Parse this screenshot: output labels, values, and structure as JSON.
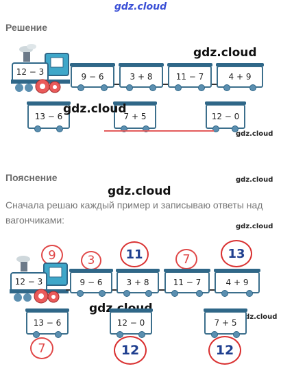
{
  "watermark": "gdz.cloud",
  "section1": {
    "heading": "Решение",
    "locomotive": "12 − 3",
    "top_wagons": [
      "9 − 6",
      "3 + 8",
      "11 − 7",
      "4 + 9"
    ],
    "bottom_wagons": [
      "13 − 6",
      "7 + 5",
      "12 − 0"
    ]
  },
  "section2": {
    "heading": "Пояснение",
    "text": "Сначала решаю каждый пример и записываю ответы над вагончиками:",
    "locomotive": "12 − 3",
    "top_wagons": [
      "9 − 6",
      "3 + 8",
      "11 − 7",
      "4 + 9"
    ],
    "top_answers": [
      "9",
      "3",
      "11",
      "7",
      "13"
    ],
    "bottom_wagons": [
      "13 − 6",
      "12 − 0",
      "7 + 5"
    ],
    "bottom_answers": [
      "7",
      "12",
      "12"
    ]
  },
  "colors": {
    "wagon_border": "#3c6f8c",
    "answer_circle": "#e04848",
    "watermark_top": "#3a4fd6"
  }
}
